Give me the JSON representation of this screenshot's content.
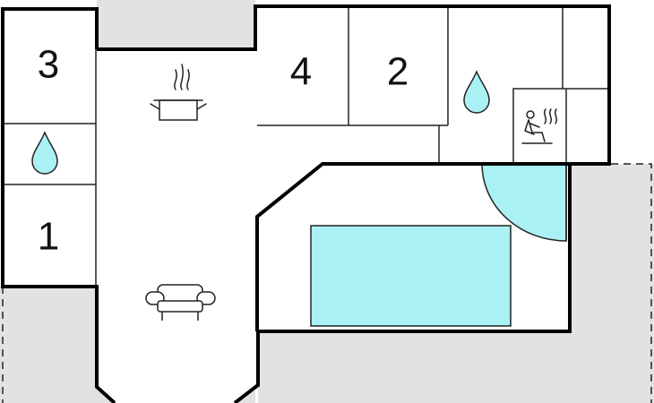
{
  "floorplan": {
    "rooms": [
      {
        "id": "room-3",
        "label": "3"
      },
      {
        "id": "room-1",
        "label": "1"
      },
      {
        "id": "room-4",
        "label": "4"
      },
      {
        "id": "room-2",
        "label": "2"
      }
    ],
    "icons": [
      {
        "id": "bathroom-left",
        "kind": "water-drop-icon"
      },
      {
        "id": "bathroom-right",
        "kind": "water-drop-icon"
      },
      {
        "id": "kitchen",
        "kind": "cooking-pot-icon"
      },
      {
        "id": "living",
        "kind": "sofa-icon"
      },
      {
        "id": "sauna",
        "kind": "sauna-icon"
      }
    ],
    "colors": {
      "wall": "#000000",
      "outdoor": "#e2e2e2",
      "pool": "#aaf1f4",
      "floor": "#ffffff"
    }
  }
}
